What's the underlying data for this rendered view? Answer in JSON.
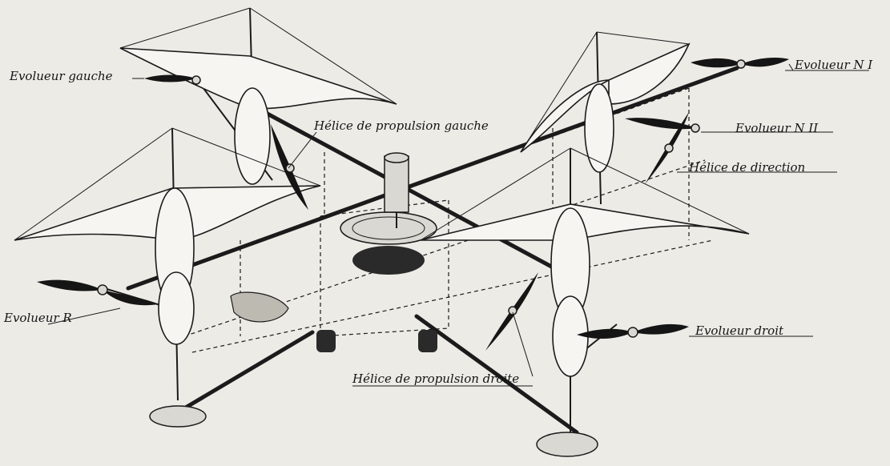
{
  "labels": {
    "evolueur_gauche": "Evolueur gauche",
    "evolueur_n1": "Evolueur N I",
    "helice_propulsion_gauche": "Hélice de propulsion gauche",
    "evolueur_n2": "Evolueur N II",
    "helice_direction": "Hélice de direction",
    "evolueur_r": "Evolueur R",
    "evolueur_droit": "Evolueur droit",
    "helice_propulsion_droite": "Hélice de propulsion droite"
  },
  "colors": {
    "paper": "#ecebe6",
    "ink": "#1b1b1b"
  }
}
